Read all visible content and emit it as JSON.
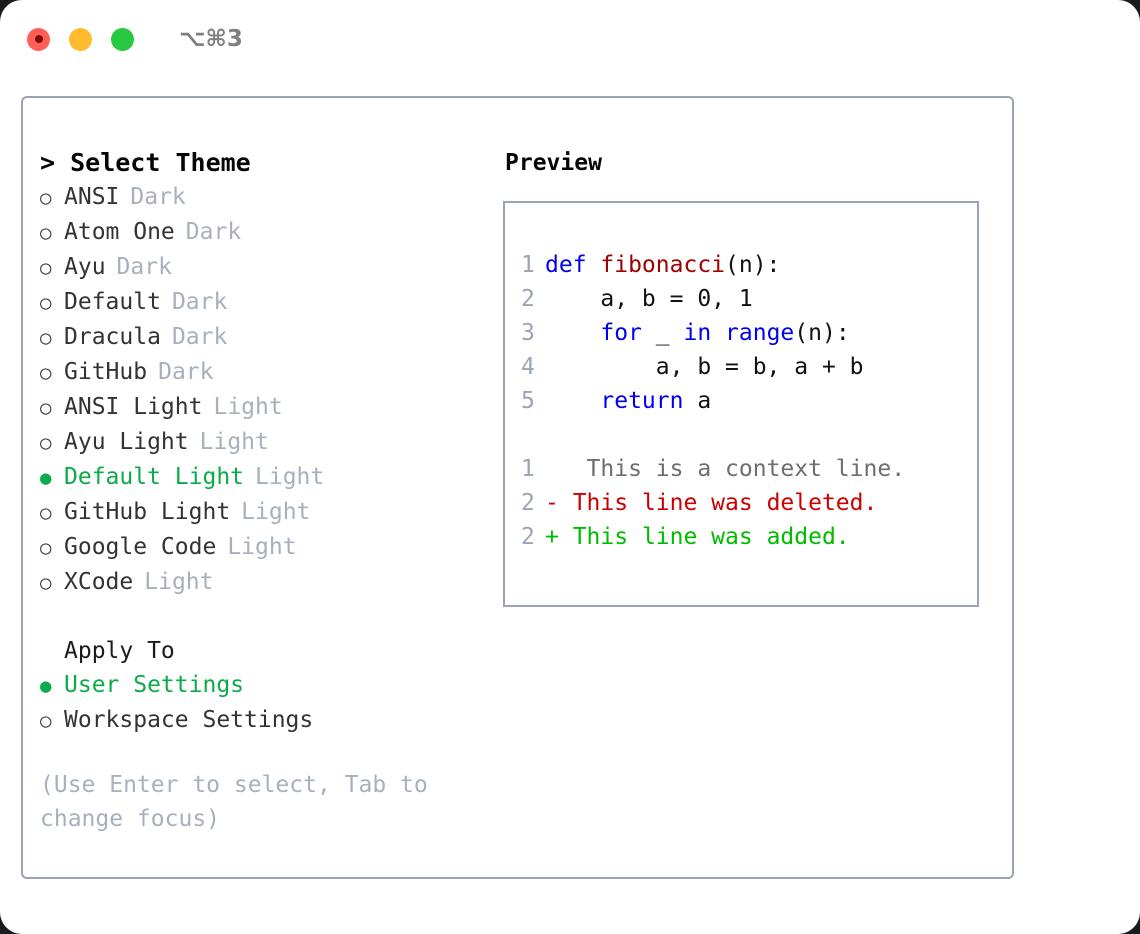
{
  "window": {
    "shortcut": "⌥⌘3",
    "traffic_lights": [
      {
        "name": "close-button",
        "color": "#ff5f57"
      },
      {
        "name": "minimize-button",
        "color": "#febc2e"
      },
      {
        "name": "maximize-button",
        "color": "#28c840"
      }
    ]
  },
  "theme_picker": {
    "header": "> Select Theme",
    "items": [
      {
        "marker": "○",
        "label": "ANSI",
        "tag": "Dark",
        "selected": false
      },
      {
        "marker": "○",
        "label": "Atom One",
        "tag": "Dark",
        "selected": false
      },
      {
        "marker": "○",
        "label": "Ayu",
        "tag": "Dark",
        "selected": false
      },
      {
        "marker": "○",
        "label": "Default",
        "tag": "Dark",
        "selected": false
      },
      {
        "marker": "○",
        "label": "Dracula",
        "tag": "Dark",
        "selected": false
      },
      {
        "marker": "○",
        "label": "GitHub",
        "tag": "Dark",
        "selected": false
      },
      {
        "marker": "○",
        "label": "ANSI Light",
        "tag": "Light",
        "selected": false
      },
      {
        "marker": "○",
        "label": "Ayu Light",
        "tag": "Light",
        "selected": false
      },
      {
        "marker": "●",
        "label": "Default Light",
        "tag": "Light",
        "selected": true
      },
      {
        "marker": "○",
        "label": "GitHub Light",
        "tag": "Light",
        "selected": false
      },
      {
        "marker": "○",
        "label": "Google Code",
        "tag": "Light",
        "selected": false
      },
      {
        "marker": "○",
        "label": "XCode",
        "tag": "Light",
        "selected": false
      }
    ]
  },
  "apply_to": {
    "header": "Apply To",
    "items": [
      {
        "marker": "●",
        "label": "User Settings",
        "selected": true
      },
      {
        "marker": "○",
        "label": "Workspace Settings",
        "selected": false
      }
    ]
  },
  "hint": "(Use Enter to select, Tab to change focus)",
  "preview": {
    "title": "Preview",
    "code_lines": [
      {
        "num": "1",
        "tokens": [
          {
            "text": "def ",
            "style": "kw"
          },
          {
            "text": "fibonacci",
            "style": "fn"
          },
          {
            "text": "(n):",
            "style": "plain"
          }
        ]
      },
      {
        "num": "2",
        "tokens": [
          {
            "text": "    a, b = 0, 1",
            "style": "plain"
          }
        ]
      },
      {
        "num": "3",
        "tokens": [
          {
            "text": "    ",
            "style": "plain"
          },
          {
            "text": "for",
            "style": "kw"
          },
          {
            "text": " _ ",
            "style": "plain"
          },
          {
            "text": "in",
            "style": "kw"
          },
          {
            "text": " ",
            "style": "plain"
          },
          {
            "text": "range",
            "style": "kw"
          },
          {
            "text": "(n):",
            "style": "plain"
          }
        ]
      },
      {
        "num": "4",
        "tokens": [
          {
            "text": "        a, b = b, a + b",
            "style": "plain"
          }
        ]
      },
      {
        "num": "5",
        "tokens": [
          {
            "text": "    ",
            "style": "plain"
          },
          {
            "text": "return",
            "style": "kw"
          },
          {
            "text": " a",
            "style": "plain"
          }
        ]
      }
    ],
    "diff_lines": [
      {
        "num": "1",
        "marker": " ",
        "text": "  This is a context line.",
        "style": "ctx"
      },
      {
        "num": "2",
        "marker": "-",
        "text": " This line was deleted.",
        "style": "del"
      },
      {
        "num": "2",
        "marker": "+",
        "text": " This line was added.",
        "style": "add"
      }
    ]
  },
  "colors": {
    "accent_green": "#0bab4a",
    "border": "#9aa4b4",
    "tag_gray": "#a7b0bd",
    "keyword_blue": "#0000ee",
    "function_red": "#a00000",
    "diff_deleted": "#cc0000",
    "diff_added": "#00bb00"
  }
}
